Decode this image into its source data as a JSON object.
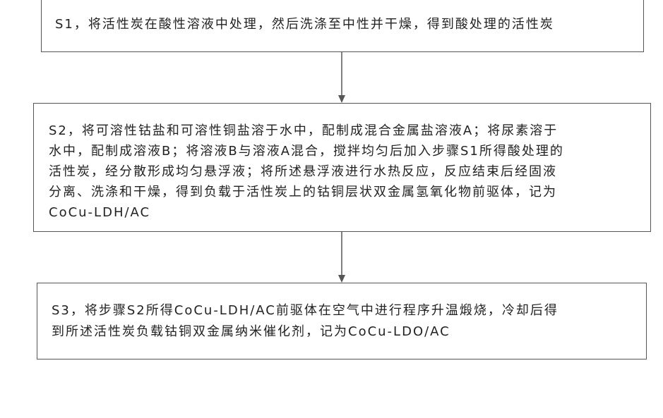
{
  "steps": [
    {
      "id": "S1",
      "text": "S1，将活性炭在酸性溶液中处理，然后洗涤至中性并干燥，得到酸处理的活性炭"
    },
    {
      "id": "S2",
      "text": "S2，将可溶性钴盐和可溶性铜盐溶于水中，配制成混合金属盐溶液A；将尿素溶于\n水中，配制成溶液B；将溶液B与溶液A混合，搅拌均匀后加入步骤S1所得酸处理的\n活性炭，经分散形成均匀悬浮液；将所述悬浮液进行水热反应，反应结束后经固液\n分离、洗涤和干燥，得到负载于活性炭上的钴铜层状双金属氢氧化物前驱体，记为\nCoCu-LDH/AC"
    },
    {
      "id": "S3",
      "text": "S3，将步骤S2所得CoCu-LDH/AC前驱体在空气中进行程序升温煅烧，冷却后得\n到所述活性炭负载钴铜双金属纳米催化剂，记为CoCu-LDO/AC"
    }
  ],
  "colors": {
    "border": "#555555",
    "text": "#222222",
    "arrow": "#555555"
  }
}
